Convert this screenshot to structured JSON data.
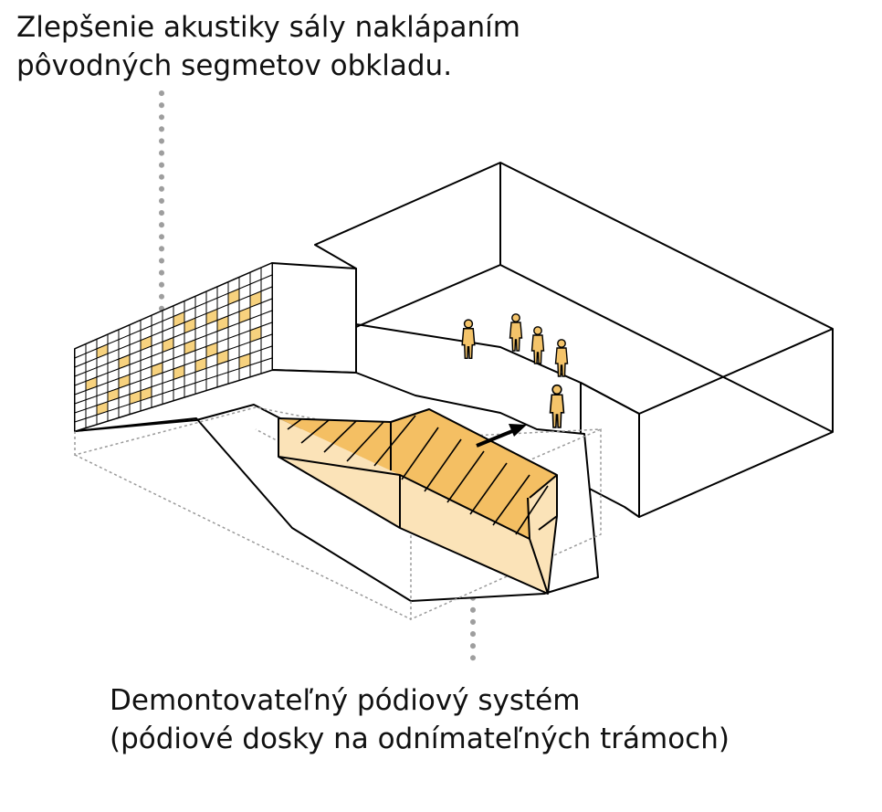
{
  "annotations": {
    "acoustics": {
      "line1": "Zlepšenie akustiky sály naklápaním",
      "line2": "pôvodných segmetov obkladu."
    },
    "stage": {
      "line1": "Demontovateľný pódiový systém",
      "line2": "(pódiové dosky na odnímateľných trámoch)"
    }
  },
  "colors": {
    "stage_top": "#f4bf63",
    "stage_side": "#fbe3b8",
    "panel_highlight": "#f7d27e",
    "figures": "#f4c46a",
    "callout_line": "#9e9e9e"
  },
  "icons": [
    "person-figure",
    "direction-arrow"
  ]
}
